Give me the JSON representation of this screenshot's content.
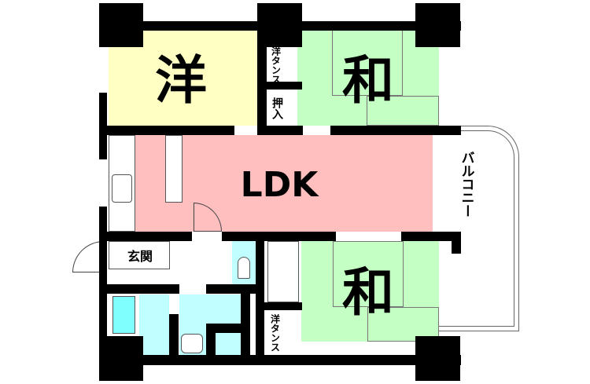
{
  "rooms": {
    "western": "洋",
    "japanese_top": "和",
    "ldk": "LDK",
    "japanese_bottom": "和",
    "entrance": "玄関",
    "balcony": "バルコニー",
    "closet_top": "洋タンス",
    "oshiire": "押入",
    "closet_bottom": "洋タンス"
  },
  "colors": {
    "western": "#ffffc4",
    "japanese": "#c4ffc4",
    "ldk": "#ffbfbf",
    "wet": "#c0ffff"
  }
}
